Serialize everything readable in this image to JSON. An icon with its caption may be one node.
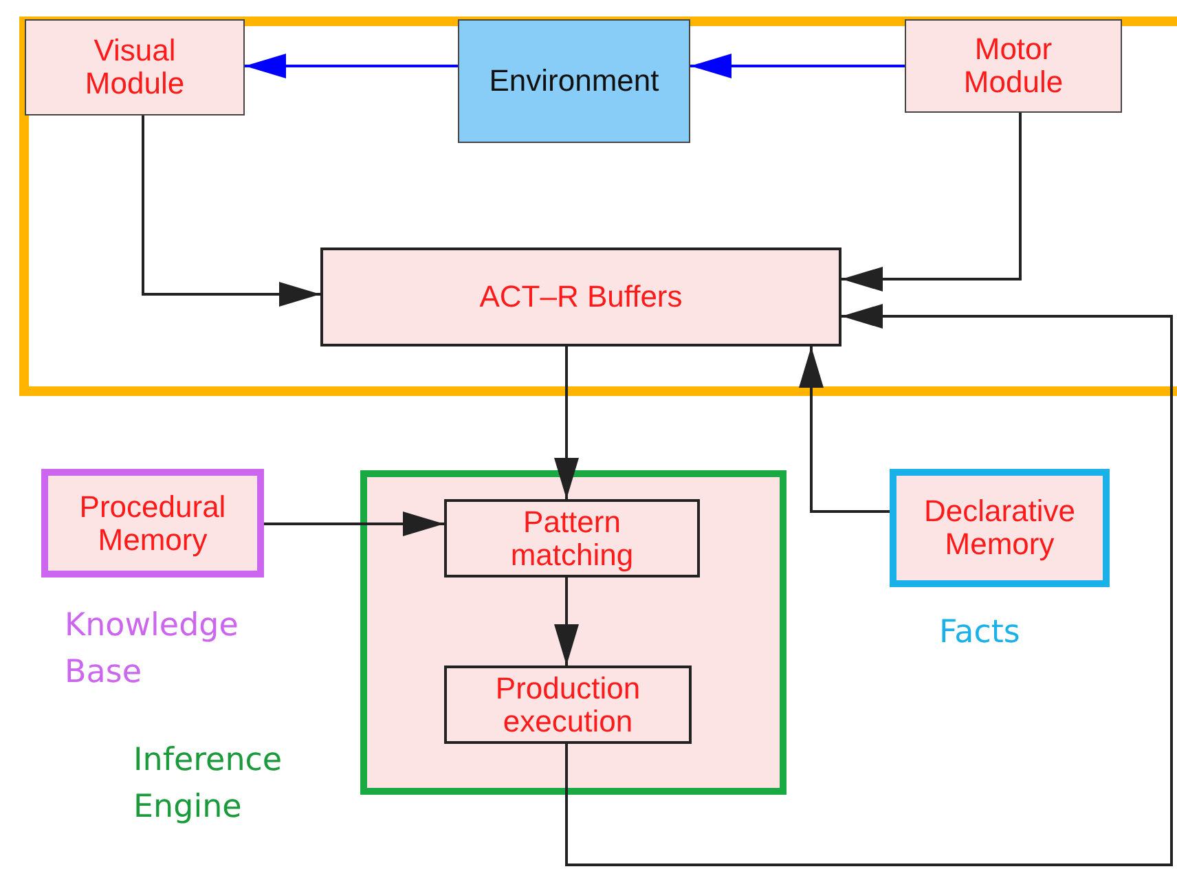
{
  "diagram": {
    "nodes": [
      {
        "text": [],
        "shape": "box"
      },
      {
        "text": [
          "Visual Module"
        ],
        "in": 0
      },
      {
        "text": [
          "Environment"
        ],
        "in": 0
      },
      {
        "text": [
          "Motor Module"
        ],
        "in": 0
      },
      {
        "text": [
          "ACT–R Buffers"
        ],
        "in": 0
      },
      {
        "text": [
          "Procedural Memory"
        ],
        "beside": [
          "Knowledge Base"
        ]
      },
      {
        "text": [],
        "shape": "box",
        "beside": [
          "Inference Engine"
        ]
      },
      {
        "text": [
          "Pattern matching"
        ],
        "in": 6
      },
      {
        "text": [
          "Production execution"
        ],
        "in": 6
      },
      {
        "text": [
          "Declarative Memory"
        ],
        "beside": [
          "Facts"
        ]
      }
    ],
    "edges": [
      {
        "from": 2,
        "to": 1,
        "arrow": "to",
        "color": "#0000ff"
      },
      {
        "from": 3,
        "to": 2,
        "arrow": "to",
        "color": "#0000ff"
      },
      {
        "from": 1,
        "to": 4,
        "arrow": "to"
      },
      {
        "from": 3,
        "to": 4,
        "arrow": "to"
      },
      {
        "from": 8,
        "to": 4,
        "arrow": "to"
      },
      {
        "from": 4,
        "to": 7,
        "arrow": "to"
      },
      {
        "from": 9,
        "to": 4,
        "arrow": "to"
      },
      {
        "from": 5,
        "to": 7,
        "arrow": "to"
      },
      {
        "from": 7,
        "to": 8,
        "arrow": "to"
      }
    ]
  }
}
